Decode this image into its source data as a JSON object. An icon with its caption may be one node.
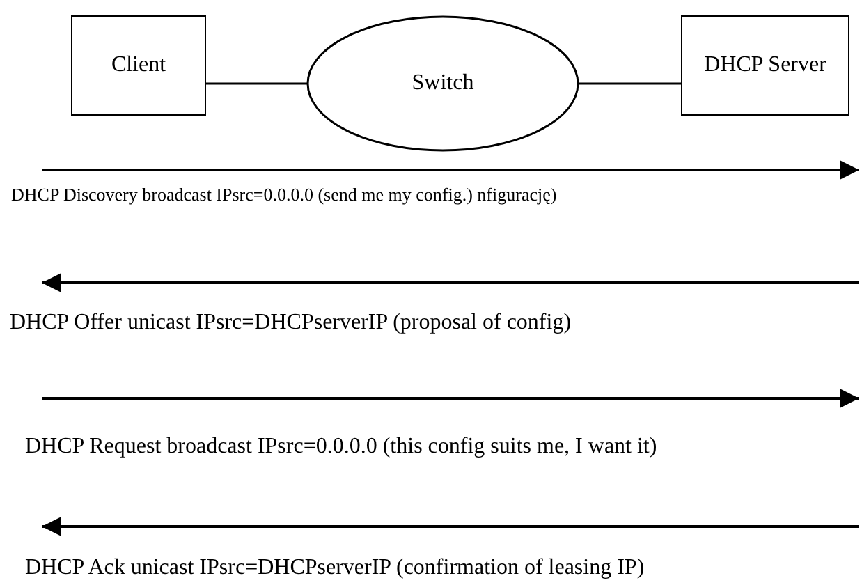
{
  "diagram": {
    "nodes": [
      {
        "text": [
          "Client"
        ]
      },
      {
        "text": [
          "Switch"
        ]
      },
      {
        "text": [
          "DHCP Server"
        ]
      }
    ],
    "edges": [
      {
        "from": 0,
        "to": 1,
        "arrow": "none"
      },
      {
        "from": 1,
        "to": 2,
        "arrow": "none"
      }
    ],
    "labels": [
      "DHCP Discovery  broadcast IPsrc=0.0.0.0 (send me my config.) nfigurację)",
      "DHCP Offer  unicast IPsrc=DHCPserverIP (proposal of config)",
      "DHCP Request  broadcast IPsrc=0.0.0.0  (this config suits me, I want it)",
      "DHCP Ack  unicast IPsrc=DHCPserverIP (confirmation of leasing IP)"
    ]
  }
}
